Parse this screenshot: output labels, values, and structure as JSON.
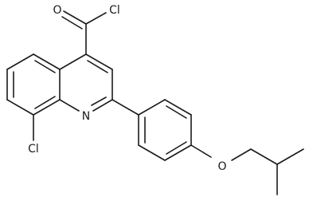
{
  "molecule": {
    "atom_labels": {
      "carbonyl_o": "O",
      "acyl_cl": "Cl",
      "ring_n": "N",
      "aryl_cl": "Cl",
      "ether_o": "O"
    },
    "colors": {
      "bond": "#1a1a1a",
      "background": "#ffffff"
    }
  }
}
